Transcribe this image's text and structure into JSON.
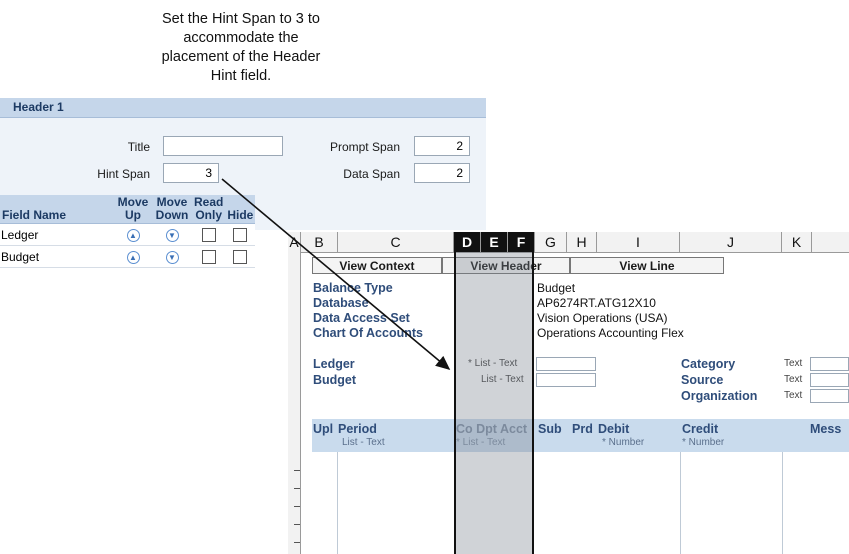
{
  "callout": {
    "text": "Set the Hint Span to 3 to\naccommodate the\nplacement of the Header\nHint field."
  },
  "header_panel": {
    "title": "Header 1",
    "title_label": "Title",
    "title_value": "",
    "hint_span_label": "Hint Span",
    "hint_span_value": "3",
    "prompt_span_label": "Prompt Span",
    "prompt_span_value": "2",
    "data_span_label": "Data Span",
    "data_span_value": "2"
  },
  "fields_table": {
    "headers": {
      "field_name": "Field Name",
      "move_up_1": "Move",
      "move_up_2": "Up",
      "move_down_1": "Move",
      "move_down_2": "Down",
      "read_only_1": "Read",
      "read_only_2": "Only",
      "hide": "Hide"
    },
    "rows": [
      {
        "name": "Ledger"
      },
      {
        "name": "Budget"
      }
    ]
  },
  "sheet": {
    "columns": [
      "A",
      "B",
      "C",
      "D",
      "E",
      "F",
      "G",
      "H",
      "I",
      "J",
      "K"
    ],
    "view_buttons": {
      "context": "View Context",
      "header": "View Header",
      "line": "View Line"
    },
    "context": {
      "balance_type_label": "Balance Type",
      "balance_type_value": "Budget",
      "database_label": "Database",
      "database_value": "AP6274RT.ATG12X10",
      "data_access_set_label": "Data Access Set",
      "data_access_set_value": "Vision Operations (USA)",
      "chart_of_accounts_label": "Chart Of Accounts",
      "chart_of_accounts_value": "Operations Accounting Flex"
    },
    "header_fields": {
      "ledger_label": "Ledger",
      "ledger_hint": "* List - Text",
      "budget_label": "Budget",
      "budget_hint": "List - Text",
      "category_label": "Category",
      "category_hint": "Text",
      "source_label": "Source",
      "source_hint": "Text",
      "organization_label": "Organization",
      "organization_hint": "Text"
    },
    "grid_headers": {
      "upl": "Upl",
      "period": "Period",
      "period_hint": "List - Text",
      "co_dpt_acct": "Co Dpt Acct",
      "co_dpt_acct_hint": "* List - Text",
      "sub": "Sub",
      "prd": "Prd",
      "debit": "Debit",
      "debit_hint": "* Number",
      "credit": "Credit",
      "credit_hint": "* Number",
      "messages": "Mess"
    }
  }
}
